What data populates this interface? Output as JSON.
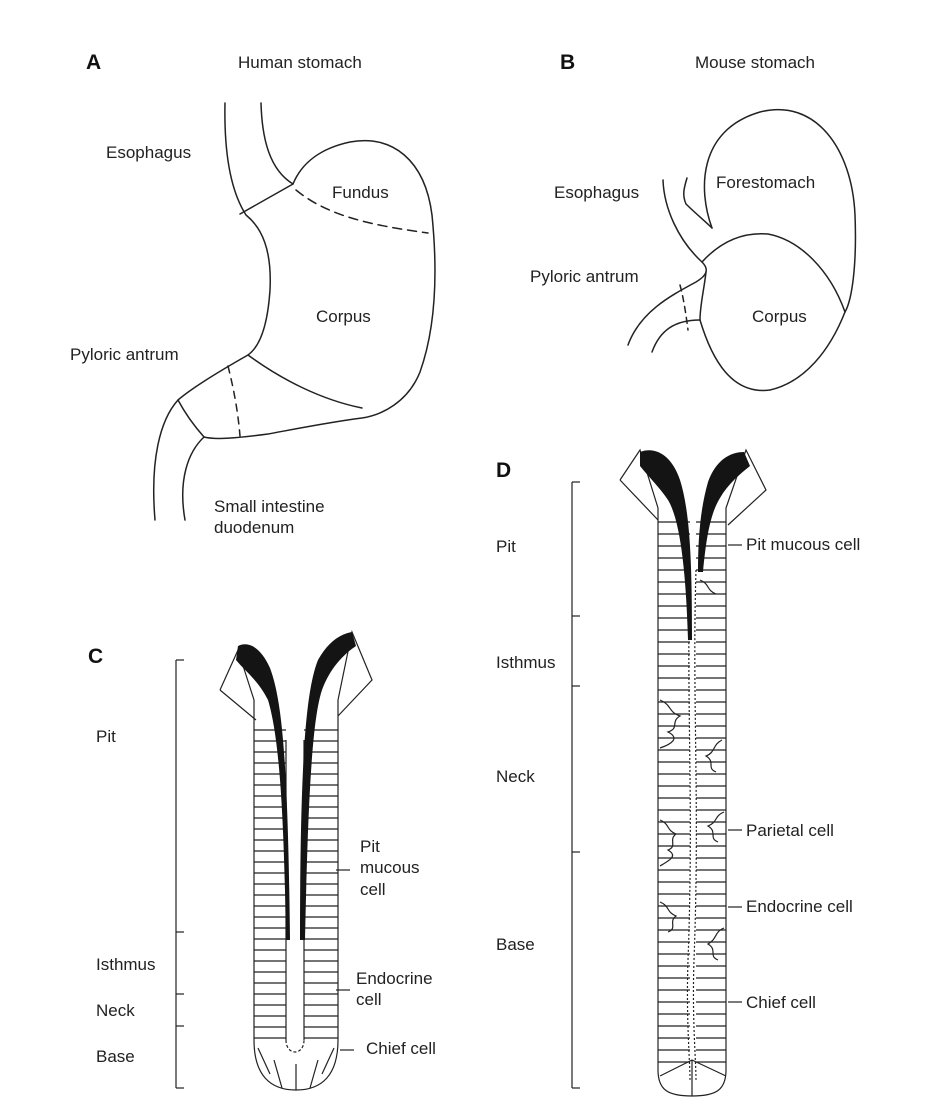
{
  "panels": {
    "a": {
      "letter": "A",
      "title": "Human stomach",
      "labels": {
        "esophagus": "Esophagus",
        "fundus": "Fundus",
        "corpus": "Corpus",
        "pyloric_antrum": "Pyloric antrum",
        "small_intestine": "Small intestine\nduodenum"
      }
    },
    "b": {
      "letter": "B",
      "title": "Mouse stomach",
      "labels": {
        "esophagus": "Esophagus",
        "forestomach": "Forestomach",
        "pyloric_antrum": "Pyloric antrum",
        "corpus": "Corpus"
      }
    },
    "c": {
      "letter": "C",
      "zones": {
        "pit": "Pit",
        "isthmus": "Isthmus",
        "neck": "Neck",
        "base": "Base"
      },
      "cells": {
        "pit_mucous": "Pit\nmucous\ncell",
        "endocrine": "Endocrine\ncell",
        "chief": "Chief cell"
      }
    },
    "d": {
      "letter": "D",
      "zones": {
        "pit": "Pit",
        "isthmus": "Isthmus",
        "neck": "Neck",
        "base": "Base"
      },
      "cells": {
        "pit_mucous": "Pit mucous cell",
        "parietal": "Parietal cell",
        "endocrine": "Endocrine cell",
        "chief": "Chief cell"
      }
    }
  },
  "colors": {
    "line": "#222222",
    "mucus": "#141414",
    "background": "#ffffff"
  }
}
